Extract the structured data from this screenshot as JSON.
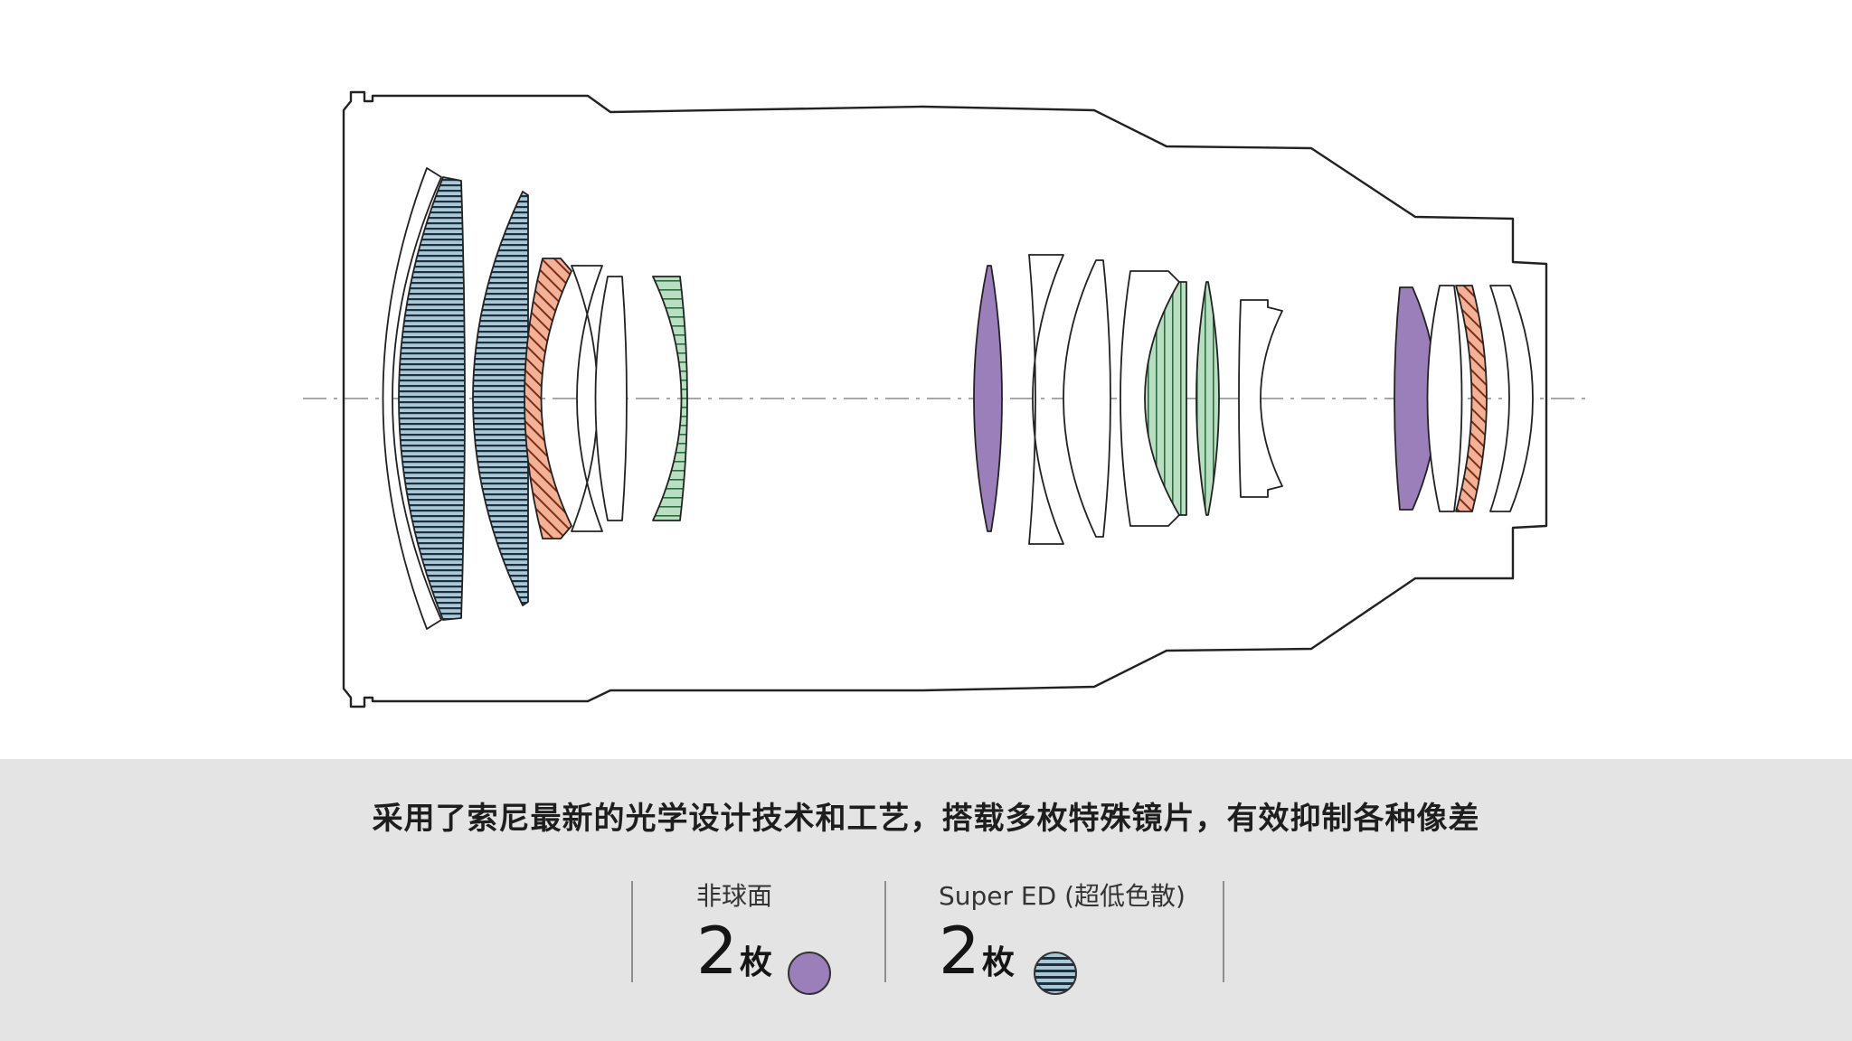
{
  "caption": "采用了索尼最新的光学设计技术和工艺，搭载多枚特殊镜片，有效抑制各种像差",
  "legend": [
    {
      "title": "非球面",
      "count": "2",
      "unit": "枚",
      "swatch_icon": "aspherical-swatch-icon"
    },
    {
      "title": "Super ED (超低色散)",
      "count": "2",
      "unit": "枚",
      "swatch_icon": "super-ed-swatch-icon"
    }
  ],
  "colors": {
    "aspherical": "#9b7fba",
    "super_ed": "#a9c9d6",
    "super_ed_stripe": "#1d2f40",
    "ed": "#b9dfc2",
    "ed_stripe": "#2c6b3e",
    "other_special": "#f3b197",
    "other_special_stripe": "#7a2f15",
    "band_background": "#e4e4e4"
  }
}
